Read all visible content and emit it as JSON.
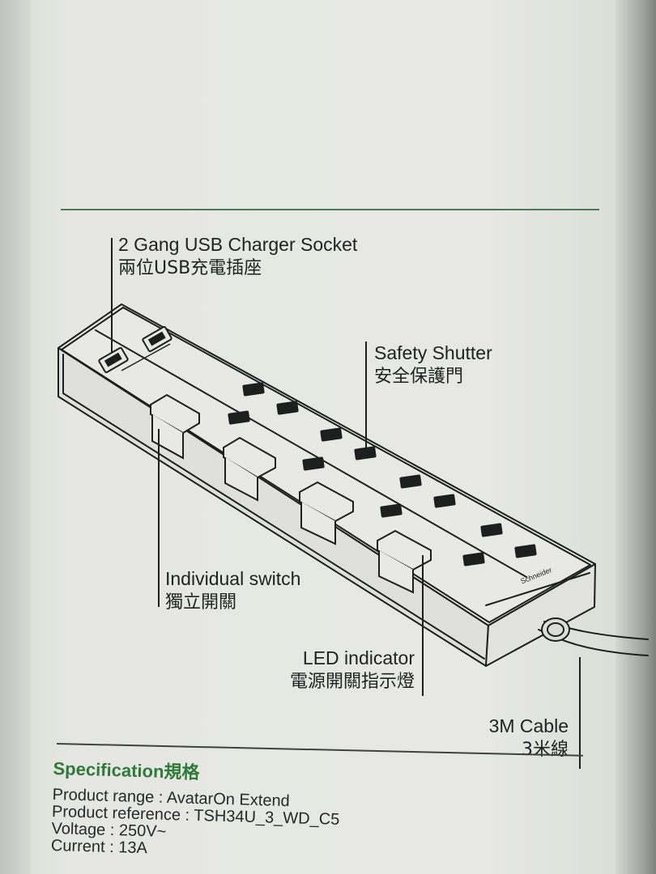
{
  "labels": {
    "usb_en": "2 Gang USB Charger Socket",
    "usb_zh": "兩位USB充電插座",
    "shutter_en": "Safety Shutter",
    "shutter_zh": "安全保護門",
    "switch_en": "Individual switch",
    "switch_zh": "獨立開關",
    "led_en": "LED indicator",
    "led_zh": "電源開關指示燈",
    "cable_en": "3M Cable",
    "cable_zh": "3米線"
  },
  "specification": {
    "title_en": "Specification",
    "title_zh": "規格",
    "lines": [
      "Product range : AvatarOn Extend",
      "Product reference : TSH34U_3_WD_C5",
      "Voltage : 250V~",
      "Current : 13A"
    ]
  },
  "colors": {
    "accent_green": "#2f7a3b",
    "rule_green": "#4f7a55",
    "line_ink": "#1c1f1d"
  }
}
